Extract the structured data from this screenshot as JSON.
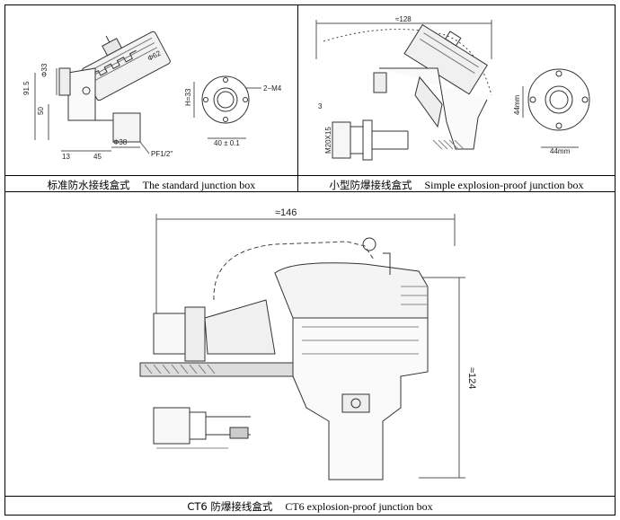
{
  "panels": [
    {
      "id": "standard",
      "caption_cn": "标准防水接线盒式",
      "caption_en": "The standard junction box",
      "dims": {
        "d62": "Φ62",
        "d33": "Φ33",
        "h915": "91.5",
        "h50": "50",
        "h33": "H=33",
        "m4": "2−M4",
        "d38": "Φ38",
        "w13": "13",
        "w45": "45",
        "pf": "PF1/2\"",
        "w40": "40 ± 0.1"
      }
    },
    {
      "id": "simple-explosion",
      "caption_cn": "小型防爆接线盒式",
      "caption_en": "Simple explosion-proof junction box",
      "dims": {
        "w128": "≈128",
        "n3": "3",
        "m20": "M20X15",
        "h44": "44mm",
        "w44": "44mm"
      }
    },
    {
      "id": "ct6",
      "caption_cn": "CT6 防爆接线盒式",
      "caption_en": "CT6 explosion-proof junction box",
      "dims": {
        "w146": "≈146",
        "h124": "≈124"
      }
    }
  ]
}
